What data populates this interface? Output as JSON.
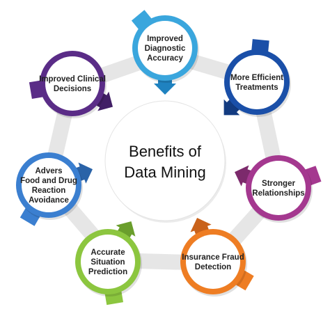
{
  "center": {
    "title_line1": "Benefits of",
    "title_line2": "Data Mining"
  },
  "nodes": [
    {
      "id": "diagnostic",
      "lines": [
        "Improved",
        "Diagnostic",
        "Accuracy"
      ],
      "color": "#3aa6dd",
      "dark": "#1f82c0"
    },
    {
      "id": "treatments",
      "lines": [
        "More Efficient",
        "Treatments"
      ],
      "color": "#1a4fa8",
      "dark": "#133b80"
    },
    {
      "id": "relationships",
      "lines": [
        "Stronger",
        "Relationships"
      ],
      "color": "#a4388f",
      "dark": "#7c2a6c"
    },
    {
      "id": "fraud",
      "lines": [
        "Insurance Fraud",
        "Detection"
      ],
      "color": "#ee7d23",
      "dark": "#c9621a"
    },
    {
      "id": "situation",
      "lines": [
        "Accurate",
        "Situation",
        "Prediction"
      ],
      "color": "#8cc63f",
      "dark": "#6a9e2c"
    },
    {
      "id": "adverse",
      "lines": [
        "Advers",
        "Food and Drug",
        "Reaction",
        "Avoidance"
      ],
      "color": "#3b7fd0",
      "dark": "#2a63a8"
    },
    {
      "id": "clinical",
      "lines": [
        "Improved Clinical",
        "Decisions"
      ],
      "color": "#5a2c87",
      "dark": "#421f66"
    }
  ],
  "colors": {
    "ring": "#e6e6e6",
    "center_fill": "#ffffff",
    "center_stroke": "#e4e4e4"
  }
}
